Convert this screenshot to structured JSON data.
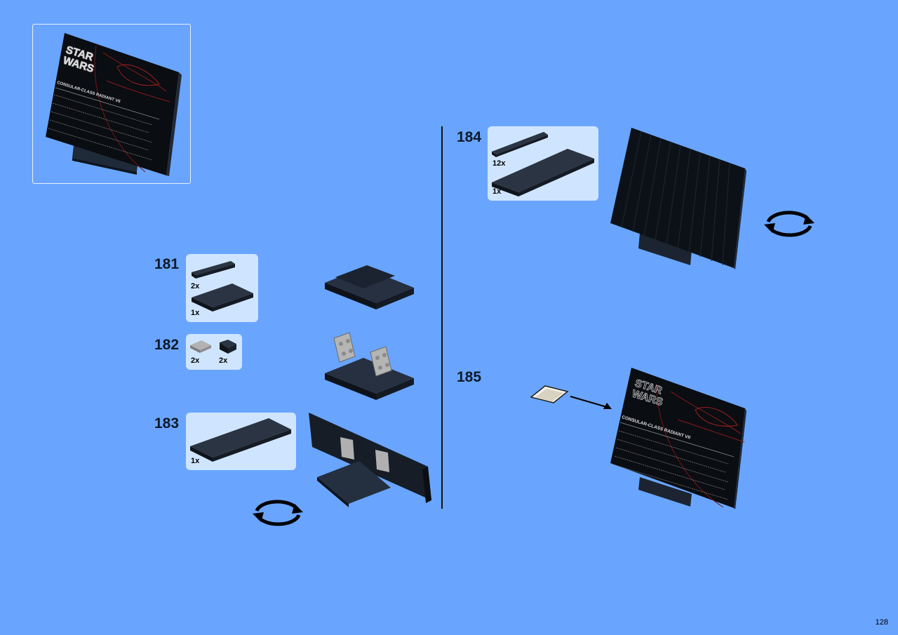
{
  "page": {
    "number": "128"
  },
  "inset": {
    "plaque_logo": "STAR\nWARS",
    "plaque_title": "CONSULAR-CLASS RADIANT VII"
  },
  "steps": [
    {
      "number": "181",
      "parts": [
        {
          "qty": "2x"
        },
        {
          "qty": "1x"
        }
      ]
    },
    {
      "number": "182",
      "parts": [
        {
          "qty": "2x"
        },
        {
          "qty": "2x"
        }
      ]
    },
    {
      "number": "183",
      "parts": [
        {
          "qty": "1x"
        }
      ]
    },
    {
      "number": "184",
      "parts": [
        {
          "qty": "12x"
        },
        {
          "qty": "1x"
        }
      ]
    },
    {
      "number": "185",
      "parts": []
    }
  ],
  "colors": {
    "background": "#69a5fe",
    "parts_box": "#cfe5ff",
    "brick": "#1b2330",
    "brick_light": "#2e3a4a",
    "plate_grey": "#a9a9a9",
    "plaque_red": "#8c1a1a"
  },
  "icons": [
    "rotate-icon",
    "arrow-icon"
  ]
}
